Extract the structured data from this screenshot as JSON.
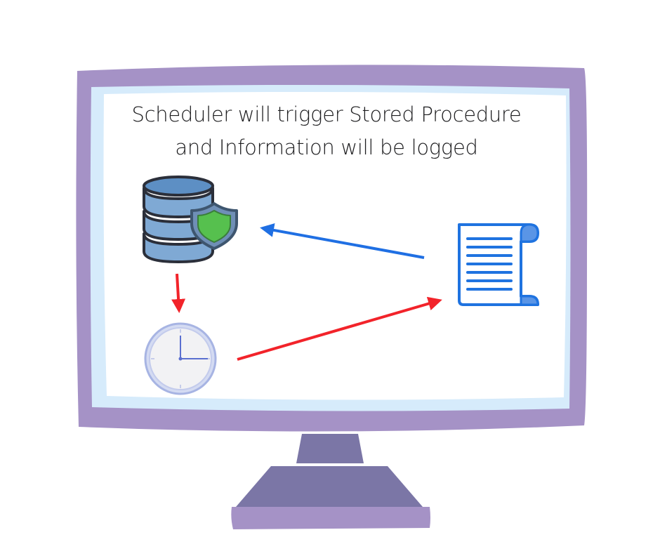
{
  "caption": {
    "line1": "Scheduler will trigger Stored Procedure",
    "line2": "and Information will be logged"
  },
  "colors": {
    "monitor_frame": "#a592c6",
    "monitor_stand": "#7b76a6",
    "screen_border": "#d6ebfb",
    "screen_background": "#ffffff",
    "database_fill": "#7fa9d4",
    "database_outline": "#2b2f3a",
    "shield_fill": "#56c04e",
    "shield_outline": "#3e566f",
    "log_scroll_outline": "#1f73e0",
    "log_scroll_fill": "#ffffff",
    "clock_face": "#f2f2f4",
    "clock_rim": "#a7b4e3",
    "clock_hands": "#5a6fd0",
    "arrow_blue": "#1f6fe3",
    "arrow_red": "#f2232a"
  },
  "icons": {
    "database": "secure-database-icon",
    "shield": "shield-icon",
    "clock": "scheduler-clock-icon",
    "log": "log-scroll-icon"
  },
  "connections": [
    {
      "from": "log-scroll",
      "to": "secure-database",
      "color": "blue"
    },
    {
      "from": "secure-database",
      "to": "scheduler-clock",
      "color": "red"
    },
    {
      "from": "scheduler-clock",
      "to": "log-scroll",
      "color": "red"
    }
  ]
}
